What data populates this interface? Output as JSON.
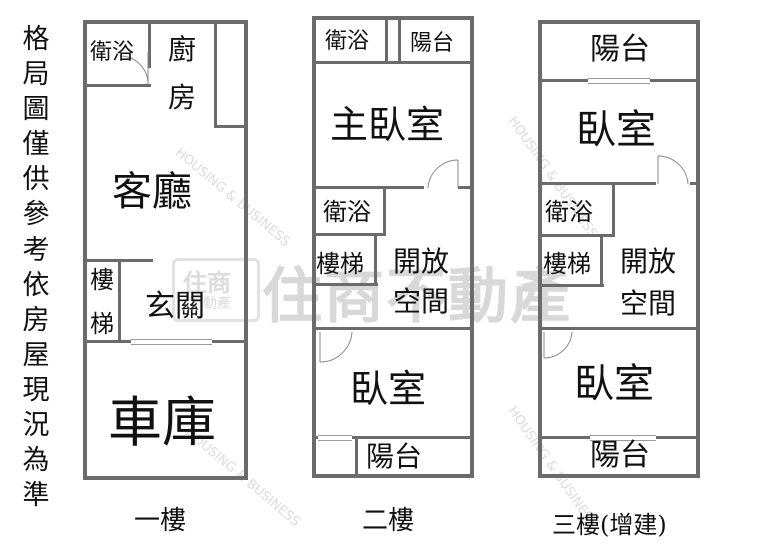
{
  "side_note": [
    "格",
    "局",
    "圖",
    "僅",
    "供",
    "參",
    "考",
    "依",
    "房",
    "屋",
    "現",
    "況",
    "為",
    "準"
  ],
  "floor1": {
    "caption": "一樓",
    "rooms": {
      "bath": "衛浴",
      "kitchen_1": "廚",
      "kitchen_2": "房",
      "living": "客廳",
      "stairs_1": "樓",
      "stairs_2": "梯",
      "entry": "玄關",
      "garage": "車庫"
    }
  },
  "floor2": {
    "caption": "二樓",
    "rooms": {
      "bath_top": "衛浴",
      "balcony_top": "陽台",
      "master": "主臥室",
      "bath_mid": "衛浴",
      "stairs": "樓梯",
      "open_1": "開放",
      "open_2": "空間",
      "bedroom": "臥室",
      "balcony_bottom": "陽台"
    }
  },
  "floor3": {
    "caption": "三樓(增建)",
    "rooms": {
      "balcony_top": "陽台",
      "bedroom_top": "臥室",
      "bath": "衛浴",
      "stairs": "樓梯",
      "open_1": "開放",
      "open_2": "空間",
      "bedroom_bottom": "臥室",
      "balcony_bottom": "陽台"
    }
  },
  "watermark": {
    "logo_1": "住商",
    "logo_2": "不動產",
    "big": "住商不動產",
    "small": "HOUSING & BUSINESS"
  },
  "colors": {
    "wall": "#6b6b6b",
    "watermark": "#dcdcdc"
  }
}
